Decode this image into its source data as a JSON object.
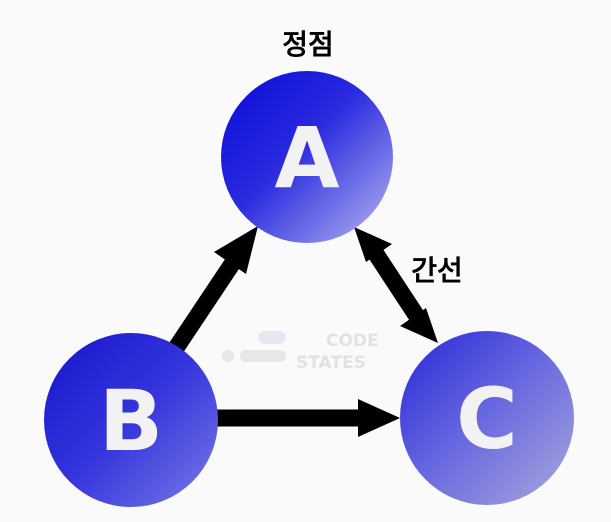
{
  "graph": {
    "vertex_label": "정점",
    "edge_label": "간선",
    "nodes": [
      {
        "id": "A",
        "label": "A"
      },
      {
        "id": "B",
        "label": "B"
      },
      {
        "id": "C",
        "label": "C"
      }
    ],
    "edges": [
      {
        "from": "B",
        "to": "A",
        "direction": "to"
      },
      {
        "from": "A",
        "to": "C",
        "direction": "both"
      },
      {
        "from": "B",
        "to": "C",
        "direction": "to"
      }
    ]
  },
  "watermark": {
    "line1": "CODE",
    "line2": "STATES"
  },
  "colors": {
    "background": "#fafafa",
    "node_top": "#0a0ad6",
    "node_bottom": "#a8a8ec",
    "edge": "#000000",
    "node_text": "#f2f2f2"
  }
}
